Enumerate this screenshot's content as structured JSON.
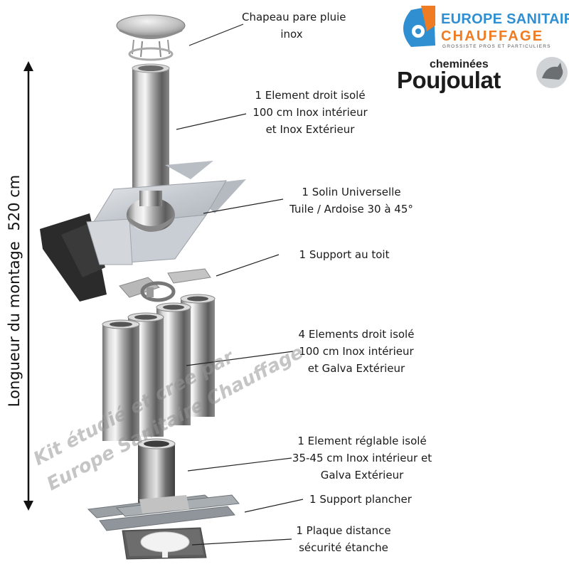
{
  "vertical_label": {
    "text": "Longueur du montage",
    "value": "520 cm"
  },
  "logo_europe": {
    "line1": "EUROPE SANITAIRE",
    "line2": "CHAUFFAGE",
    "line3": "GROSSISTE PROS ET PARTICULIERS",
    "color_blue": "#2f8fd1",
    "color_orange": "#ef7b22"
  },
  "logo_poujoulat": {
    "small": "cheminées",
    "big": "Poujoulat",
    "icon": "cat-icon"
  },
  "components": [
    {
      "id": "chapeau",
      "lines": [
        "Chapeau pare pluie",
        "inox"
      ]
    },
    {
      "id": "element-droit-haut",
      "lines": [
        "1 Element droit isolé",
        "100 cm Inox intérieur",
        "et Inox Extérieur"
      ]
    },
    {
      "id": "solin",
      "lines": [
        "1 Solin Universelle",
        "Tuile / Ardoise 30 à 45°"
      ]
    },
    {
      "id": "support-toit",
      "lines": [
        "1 Support au toit"
      ]
    },
    {
      "id": "elements-droits",
      "lines": [
        "4 Elements droit isolé",
        "100 cm Inox intérieur",
        "et Galva Extérieur"
      ]
    },
    {
      "id": "element-reglable",
      "lines": [
        "1 Element réglable isolé",
        "35-45 cm Inox intérieur et",
        "Galva Extérieur"
      ]
    },
    {
      "id": "support-plancher",
      "lines": [
        "1 Support plancher"
      ]
    },
    {
      "id": "plaque-distance",
      "lines": [
        "1 Plaque distance",
        "sécurité étanche"
      ]
    }
  ],
  "watermark": {
    "line1": "Kit étudié et crée par",
    "line2": "Europe Sanitaire Chauffage"
  }
}
